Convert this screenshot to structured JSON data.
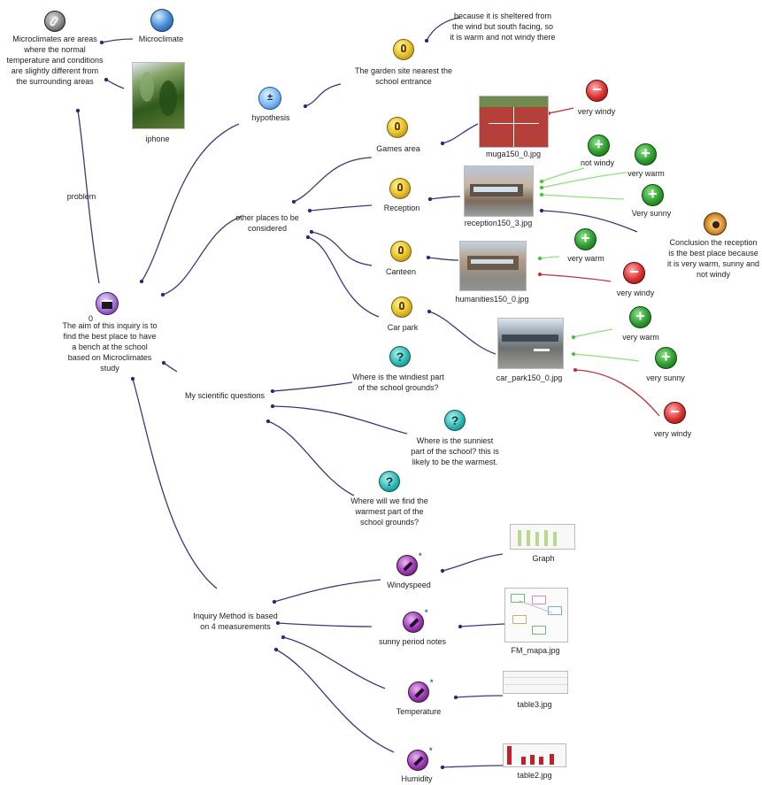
{
  "nodes": {
    "microclimate_definition": "Microclimates are areas where the normal temperature and conditions are slightly different from the surrounding areas",
    "microclimate": "Microclimate",
    "iphone": "iphone",
    "problem": "problem",
    "hypothesis": "hypothesis",
    "garden_site": "The garden site nearest the school entrance",
    "sheltered": "because it is sheltered from the wind but south facing, so it is warm and not windy there",
    "games_area": "Games area",
    "muga_image": "muga150_0.jpg",
    "very_windy_1": "very windy",
    "other_places": "other places to be considered",
    "reception": "Reception",
    "reception_image": "reception150_3.jpg",
    "not_windy": "not windy",
    "very_warm_1": "very warm",
    "very_sunny_1": "Very sunny",
    "conclusion": "Conclusion the reception is the best place because it is very warm, sunny and not windy",
    "canteen": "Canteen",
    "humanities_image": "humanities150_0.jpg",
    "very_warm_2": "very warm",
    "very_windy_2": "very windy",
    "car_park": "Car park",
    "car_park_image": "car_park150_0.jpg",
    "very_warm_3": "very warm",
    "very_sunny_2": "very sunny",
    "very_windy_3": "very windy",
    "aim_number": "0",
    "aim": "The aim of this inquiry is to find  the best place to have a bench at the school based on Microclimates study",
    "scientific_questions": "My scientific questions",
    "q_windiest": "Where is the windiest part of the school grounds?",
    "q_sunniest": "Where is the sunniest part of the school? this is likely to be the warmest.",
    "q_warmest": "Where will we find the warmest part of the school grounds?",
    "inquiry_method": "Inquiry Method is based on 4 measurements",
    "windyspeed": "Windyspeed",
    "graph": "Graph",
    "sunny_notes": "sunny period notes",
    "fm_mapa": "FM_mapa.jpg",
    "temperature": "Temperature",
    "table3": "table3.jpg",
    "humidity": "Humidity",
    "table2": "table2.jpg",
    "star": "*"
  },
  "icons": {
    "link": "chain-link-icon",
    "globe": "globe-icon",
    "hypothesis": "plus-minus-icon",
    "bulb": "lightbulb-icon",
    "question": "question-icon",
    "plus": "plus-icon",
    "minus": "minus-icon",
    "pencil": "pencil-icon",
    "clapper": "clapperboard-icon",
    "eye": "eye-icon"
  },
  "colors": {
    "link_default": "#3a3a7a",
    "link_positive": "#7ddc6a",
    "link_negative": "#c0353a"
  }
}
